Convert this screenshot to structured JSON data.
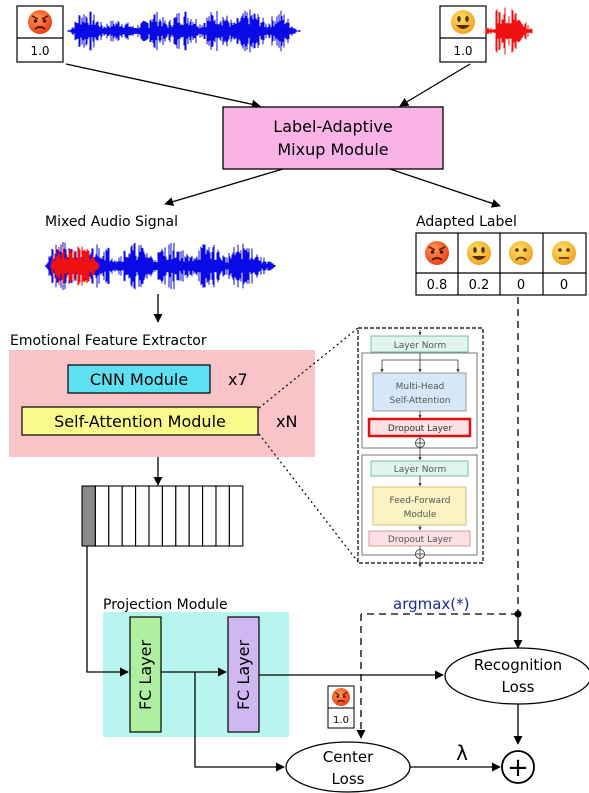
{
  "inputs": {
    "left": {
      "emoji": "angry",
      "label": "1.0"
    },
    "right": {
      "emoji": "smiling",
      "label": "1.0"
    }
  },
  "mixup": {
    "line1": "Label-Adaptive",
    "line2": "Mixup Module"
  },
  "mixed_signal": {
    "title": "Mixed Audio Signal"
  },
  "adapted_label": {
    "title": "Adapted Label",
    "cells": [
      {
        "emoji": "angry",
        "value": "0.8"
      },
      {
        "emoji": "smiling",
        "value": "0.2"
      },
      {
        "emoji": "sad",
        "value": "0"
      },
      {
        "emoji": "neutral",
        "value": "0"
      }
    ]
  },
  "extractor": {
    "title": "Emotional Feature Extractor",
    "cnn": "CNN Module",
    "cnn_repeat": "x7",
    "attn": "Self-Attention Module",
    "attn_repeat": "xN"
  },
  "transformer_detail": {
    "layer_norm_1": "Layer Norm",
    "mhsa_line1": "Multi-Head",
    "mhsa_line2": "Self-Attention",
    "dropout_1": "Dropout Layer",
    "layer_norm_2": "Layer Norm",
    "ff_line1": "Feed-Forward",
    "ff_line2": "Module",
    "dropout_2": "Dropout Layer"
  },
  "projection": {
    "title": "Projection Module",
    "fc1": "FC Layer",
    "fc2": "FC Layer"
  },
  "argmax": "argmax(*)",
  "recognition_loss": {
    "line1": "Recognition",
    "line2": "Loss"
  },
  "center": {
    "emoji": "angry",
    "label": "1.0",
    "line1": "Center",
    "line2": "Loss"
  },
  "lambda": "λ",
  "plus": "+",
  "colors": {
    "waveform_blue": "#0a0ae6",
    "waveform_red": "#ee1111",
    "mixup_fill": "#f9b3e6",
    "extractor_fill": "#f8c4c8",
    "cnn_fill": "#5ce0f2",
    "attn_fill": "#fbfb8c",
    "projection_fill": "#b8f5ee",
    "fc1_fill": "#aef0a0",
    "fc2_fill": "#cfb8f2",
    "argmax_text": "#1a2a9a",
    "dropout_highlight": "#e01010"
  }
}
